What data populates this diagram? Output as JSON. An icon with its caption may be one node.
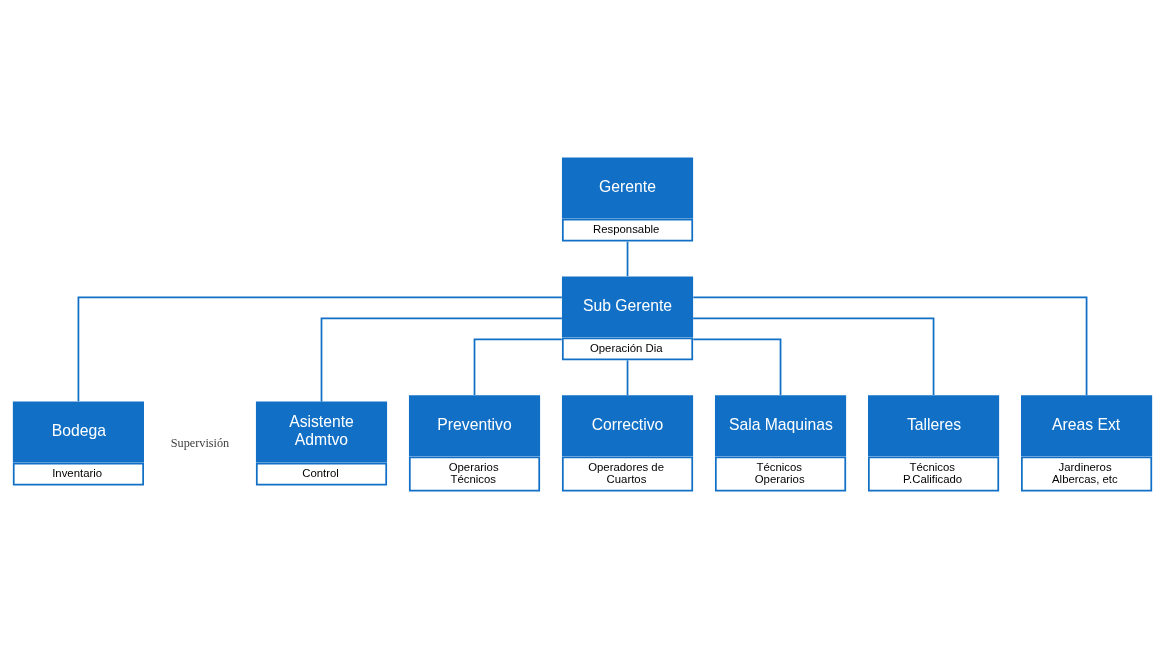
{
  "diagram": {
    "nodes": [
      {
        "text": [
          "Gerente",
          "Responsable"
        ]
      },
      {
        "text": [
          "Sub Gerente",
          "Operación Dia"
        ]
      },
      {
        "text": [
          "Bodega",
          "Inventario"
        ]
      },
      {
        "text": [
          "Asistente Admtvo",
          "Control"
        ]
      },
      {
        "text": [
          "Preventivo",
          "Operarios Técnicos"
        ]
      },
      {
        "text": [
          "Correctivo",
          "Operadores de Cuartos"
        ]
      },
      {
        "text": [
          "Sala Maquinas",
          "Técnicos Operarios"
        ]
      },
      {
        "text": [
          "Talleres",
          "Técnicos P.Calificado"
        ]
      },
      {
        "text": [
          "Areas Ext",
          "Jardineros Albercas, etc"
        ]
      }
    ],
    "edges": [
      {
        "from": 0,
        "to": 1,
        "arrow": "none"
      },
      {
        "from": 1,
        "to": 2,
        "arrow": "none"
      },
      {
        "from": 1,
        "to": 3,
        "arrow": "none"
      },
      {
        "from": 1,
        "to": 4,
        "arrow": "none"
      },
      {
        "from": 1,
        "to": 5,
        "arrow": "none"
      },
      {
        "from": 1,
        "to": 6,
        "arrow": "none"
      },
      {
        "from": 1,
        "to": 7,
        "arrow": "none"
      },
      {
        "from": 1,
        "to": 8,
        "arrow": "none"
      }
    ],
    "labels": [
      "Supervisión"
    ]
  }
}
